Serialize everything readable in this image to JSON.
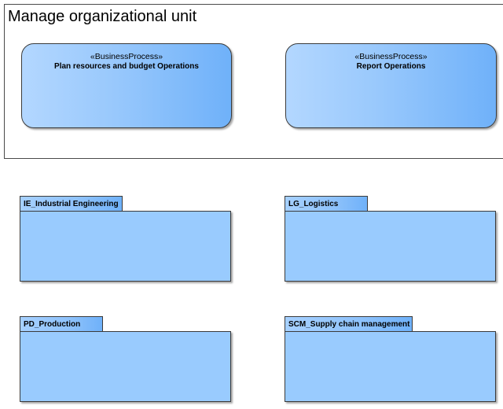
{
  "frame": {
    "title": "Manage organizational unit"
  },
  "processes": [
    {
      "stereotype": "«BusinessProcess»",
      "name": "Plan resources and budget Operations"
    },
    {
      "stereotype": "«BusinessProcess»",
      "name": "Report Operations"
    }
  ],
  "packages": [
    {
      "name": "IE_Industrial Engineering"
    },
    {
      "name": "LG_Logistics"
    },
    {
      "name": "PD_Production"
    },
    {
      "name": "SCM_Supply chain management"
    }
  ],
  "colors": {
    "package_fill": "#99cbfe",
    "process_gradient_start": "#b3d7ff",
    "process_gradient_end": "#6fb1f9",
    "border": "#3b3b3b"
  }
}
